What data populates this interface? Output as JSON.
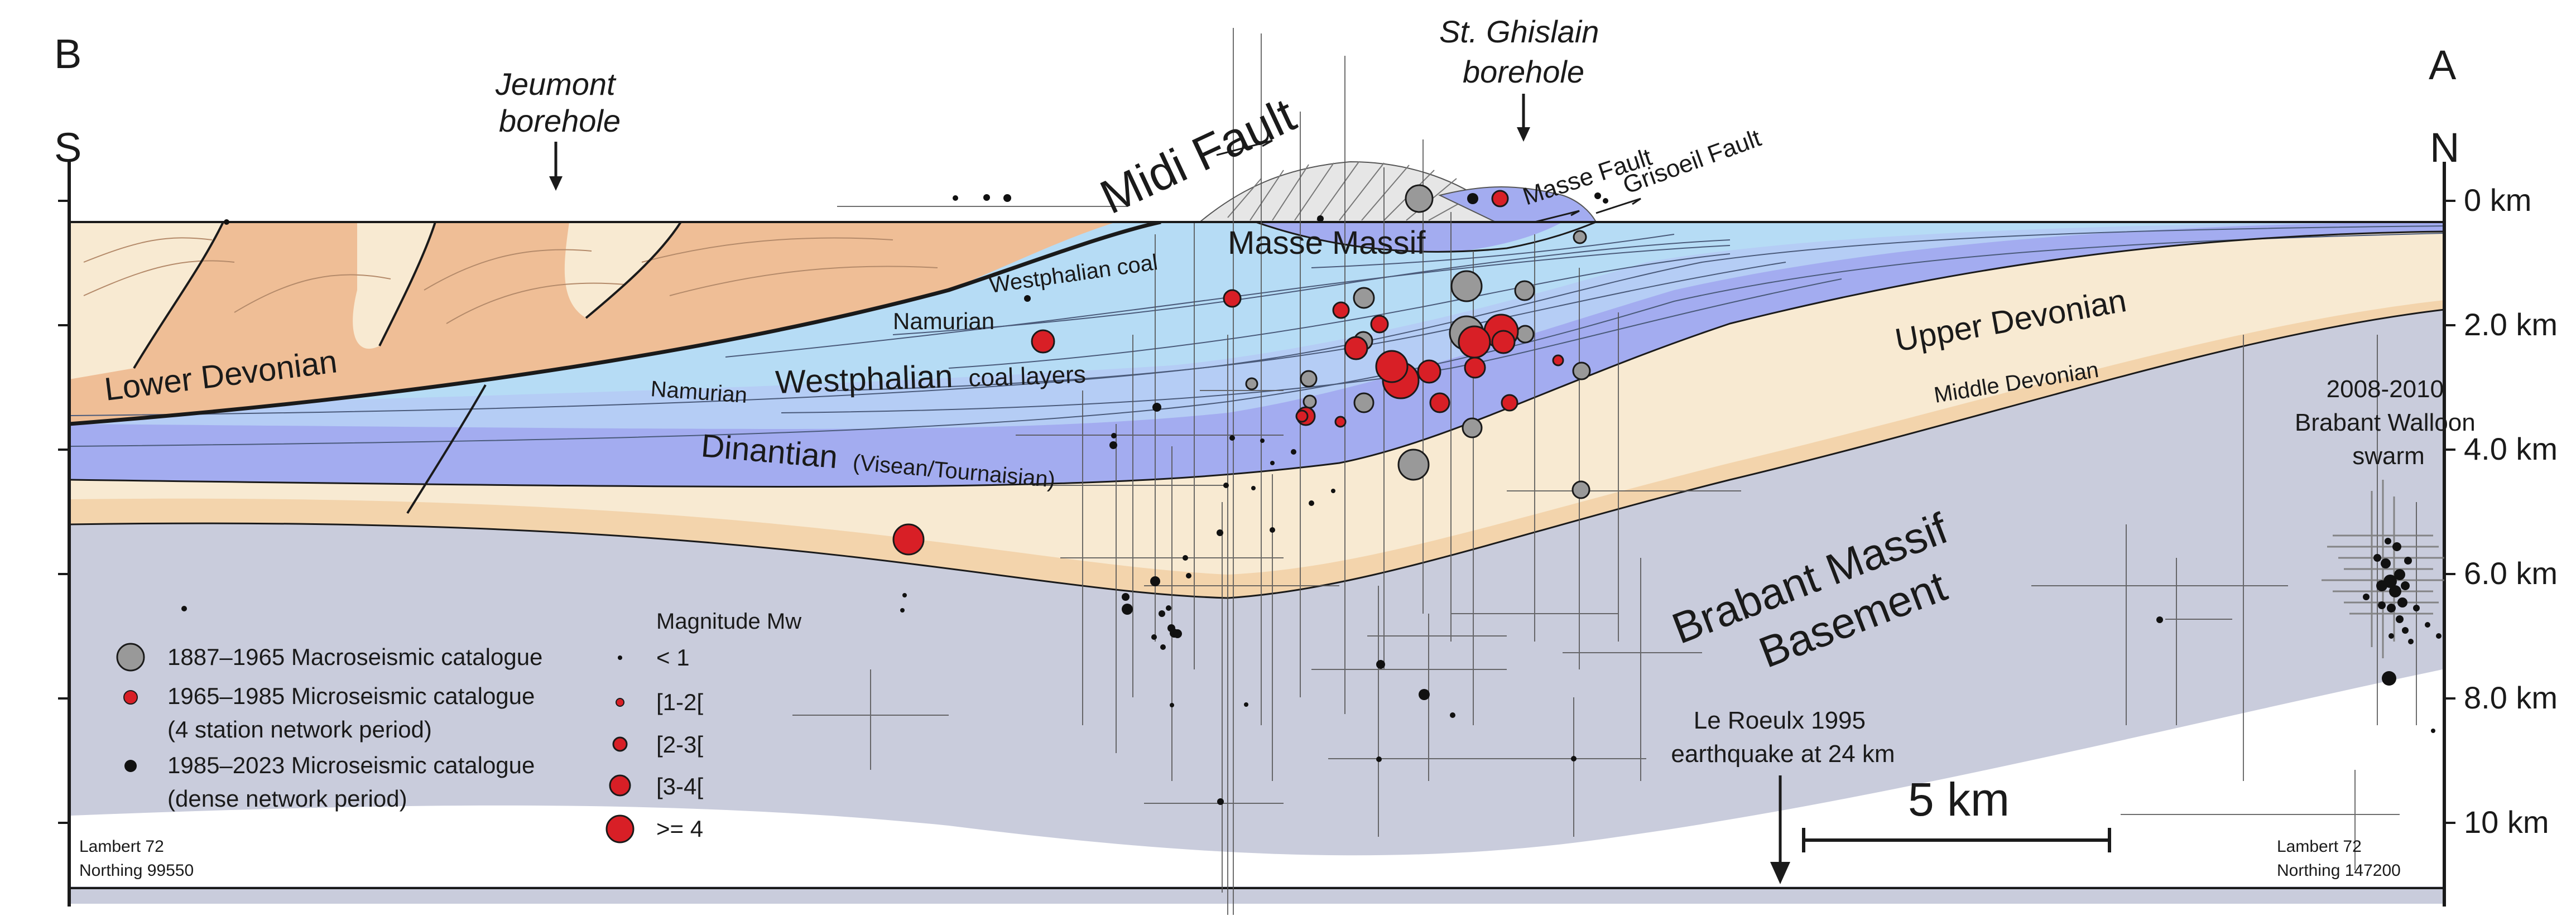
{
  "corners": {
    "left_letter": "B",
    "right_letter": "A",
    "left_dir": "S",
    "right_dir": "N"
  },
  "boreholes": {
    "jeumont": [
      "Jeumont",
      "borehole"
    ],
    "ghislain": [
      "St. Ghislain",
      "borehole"
    ]
  },
  "faults": {
    "midi": "Midi Fault",
    "masse": "Masse Fault",
    "grisoeil": "Grisoeil Fault"
  },
  "units": {
    "masse_massif": "Masse Massif",
    "westphalian_coal": "Westphalian coal",
    "namurian_upper": "Namurian",
    "namurian_lower": "Namurian",
    "westphalian_layers_a": "Westphalian",
    "westphalian_layers_b": "coal layers",
    "lower_devonian": "Lower Devonian",
    "dinantian_a": "Dinantian",
    "dinantian_b": "(Visean/Tournaisian)",
    "upper_devonian": "Upper Devonian",
    "middle_devonian": "Middle Devonian",
    "brabant_a": "Brabant Massif",
    "brabant_b": "Basement"
  },
  "depth_axis": [
    "0 km",
    "2.0 km",
    "4.0 km",
    "6.0 km",
    "8.0 km",
    "10 km"
  ],
  "swarm": [
    "2008-2010",
    "Brabant Walloon",
    "swarm"
  ],
  "roeulx": [
    "Le Roeulx 1995",
    "earthquake at 24 km"
  ],
  "scale_bar": "5 km",
  "coords": {
    "left": [
      "Lambert 72",
      "Northing 99550"
    ],
    "right": [
      "Lambert 72",
      "Northing 147200"
    ]
  },
  "legend": {
    "catalogues": [
      {
        "lines": [
          "1887–1965 Macroseismic catalogue"
        ],
        "color": "#999999"
      },
      {
        "lines": [
          "1965–1985 Microseismic catalogue",
          "(4 station network period)"
        ],
        "color": "#d81f26"
      },
      {
        "lines": [
          "1985–2023 Microseismic catalogue",
          "(dense network period)"
        ],
        "color": "#111111"
      }
    ],
    "magnitude_title": "Magnitude Mw",
    "magnitudes": [
      "< 1",
      "[1-2[",
      "[2-3[",
      "[3-4[",
      ">= 4"
    ]
  },
  "colors": {
    "basement": "#c9ccdc",
    "lower_devonian": "#efbe96",
    "upper_devonian": "#f8ead2",
    "middle_devonian": "#f3d4ac",
    "dinantian": "#a3acf0",
    "namurian": "#b5cdf5",
    "westphalian": "#b6dcf5",
    "macro": "#999999",
    "micro_old": "#d81f26",
    "micro_dense": "#111111"
  }
}
